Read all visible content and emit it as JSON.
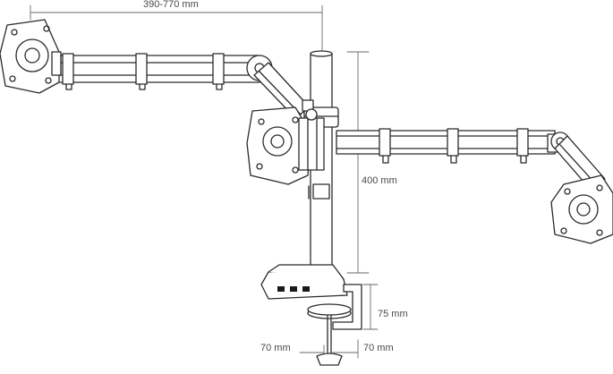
{
  "dimensions": {
    "arm_reach": "390-770 mm",
    "pole_height": "400 mm",
    "clamp_depth": "75 mm",
    "clamp_width_left": "70 mm",
    "clamp_width_right": "70 mm"
  },
  "colors": {
    "line": "#2b2b2b",
    "dimension": "#5a5a5a",
    "fill": "#ffffff",
    "dark": "#1a1a1a"
  }
}
